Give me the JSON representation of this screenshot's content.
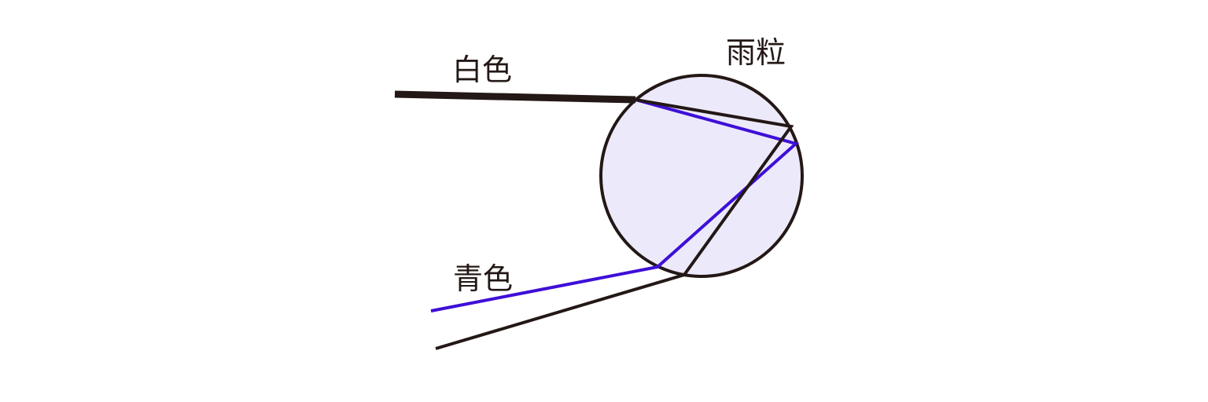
{
  "labels": {
    "white_light": "白色",
    "raindrop": "雨粒",
    "blue_light": "青色"
  },
  "colors": {
    "outline": "#231815",
    "drop_fill": "#ECEAFA",
    "blue_ray": "#3E0FD8",
    "background": "#FFFFFF"
  }
}
